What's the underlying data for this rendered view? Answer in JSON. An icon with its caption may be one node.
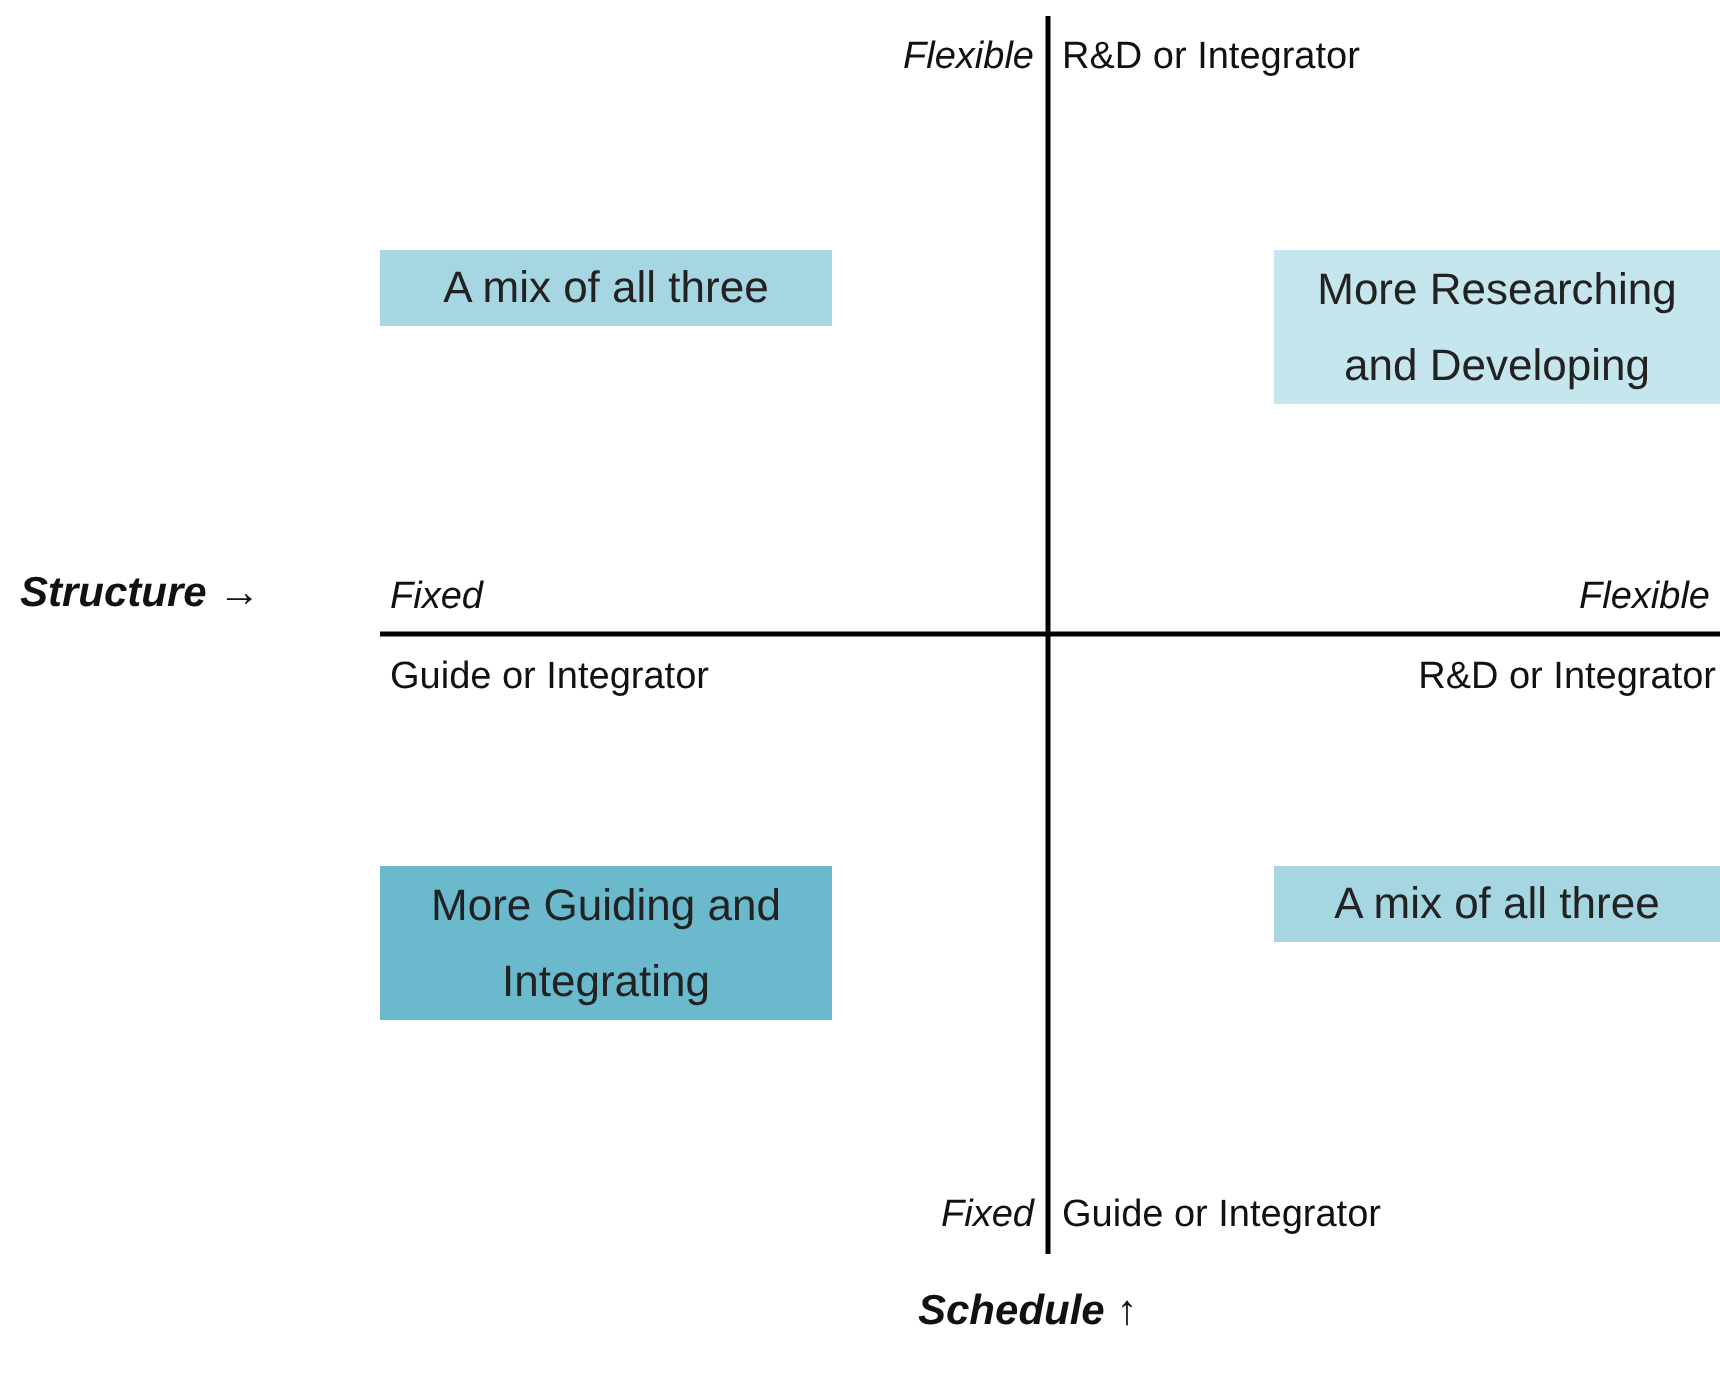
{
  "diagram": {
    "nodes": [
      {
        "text": [
          "A mix of all three"
        ]
      },
      {
        "text": [
          "More Researching and Developing"
        ]
      },
      {
        "text": [
          "More Guiding and Integrating"
        ]
      },
      {
        "text": [
          "A mix of all three"
        ]
      }
    ],
    "labels": [
      "Flexible",
      "R&D or Integrator",
      "Structure →",
      "Fixed",
      "Flexible",
      "Guide or Integrator",
      "R&D or Integrator",
      "Fixed",
      "Guide or Integrator",
      "Schedule ↑"
    ]
  }
}
